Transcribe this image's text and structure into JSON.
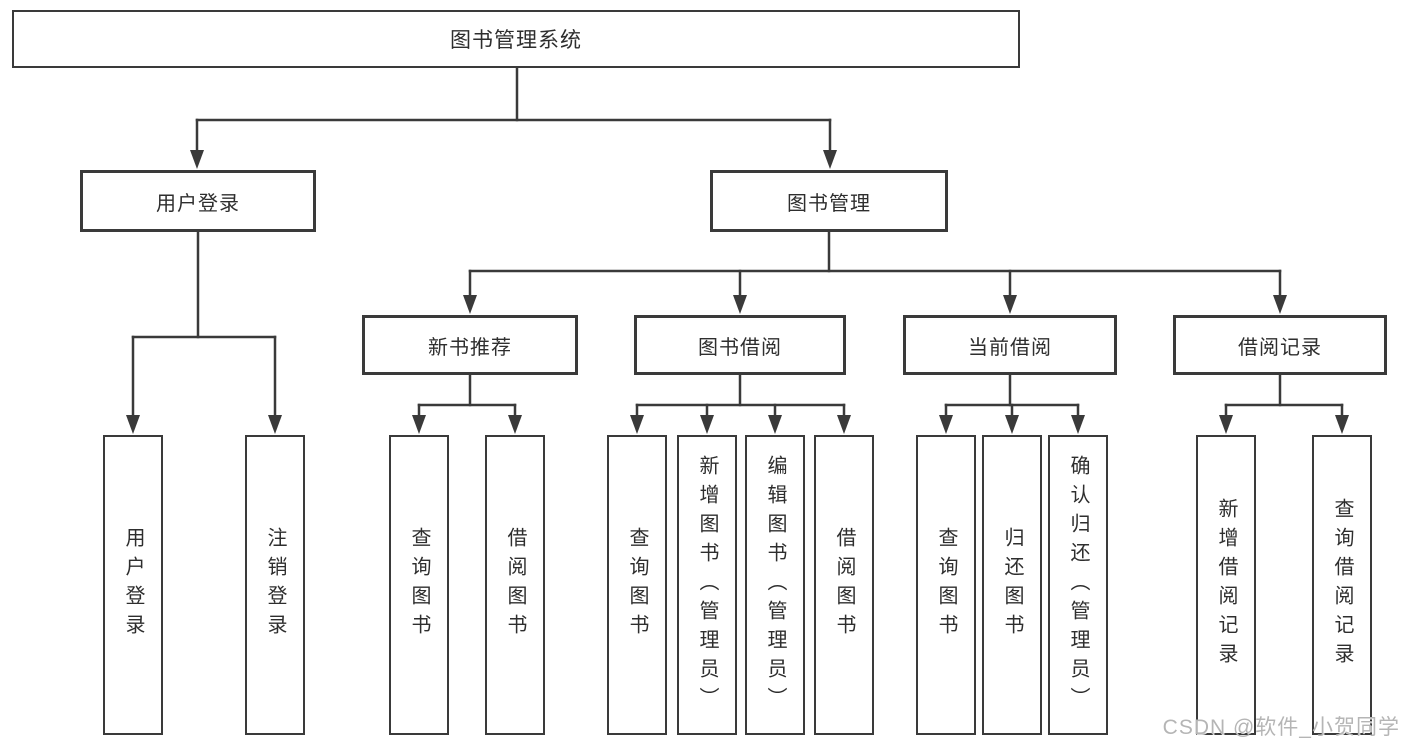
{
  "diagram": {
    "root": {
      "label": "图书管理系统"
    },
    "level2": {
      "user_login": {
        "label": "用户登录"
      },
      "book_management": {
        "label": "图书管理"
      }
    },
    "level3": {
      "new_book_recommend": {
        "label": "新书推荐"
      },
      "book_borrow": {
        "label": "图书借阅"
      },
      "current_borrow": {
        "label": "当前借阅"
      },
      "borrow_records": {
        "label": "借阅记录"
      }
    },
    "leaves": {
      "login": {
        "label": "用户登录"
      },
      "logout": {
        "label": "注销登录"
      },
      "nbr_query_books": {
        "label": "查询图书"
      },
      "nbr_borrow_books": {
        "label": "借阅图书"
      },
      "bb_query_books": {
        "label": "查询图书"
      },
      "bb_add_books": {
        "label": "新增图书（管理员）"
      },
      "bb_edit_books": {
        "label": "编辑图书（管理员）"
      },
      "bb_borrow_books": {
        "label": "借阅图书"
      },
      "cb_query_books": {
        "label": "查询图书"
      },
      "cb_return_books": {
        "label": "归还图书"
      },
      "cb_confirm_return": {
        "label": "确认归还（管理员）"
      },
      "br_add_record": {
        "label": "新增借阅记录"
      },
      "br_query_record": {
        "label": "查询借阅记录"
      }
    }
  },
  "watermark": {
    "text": "CSDN @软件_小贺同学"
  },
  "colors": {
    "line": "#3a3a3a",
    "box_border": "#3a3a3a",
    "text": "#2e2e2e",
    "background": "#ffffff",
    "watermark": "#b5b5b5"
  }
}
